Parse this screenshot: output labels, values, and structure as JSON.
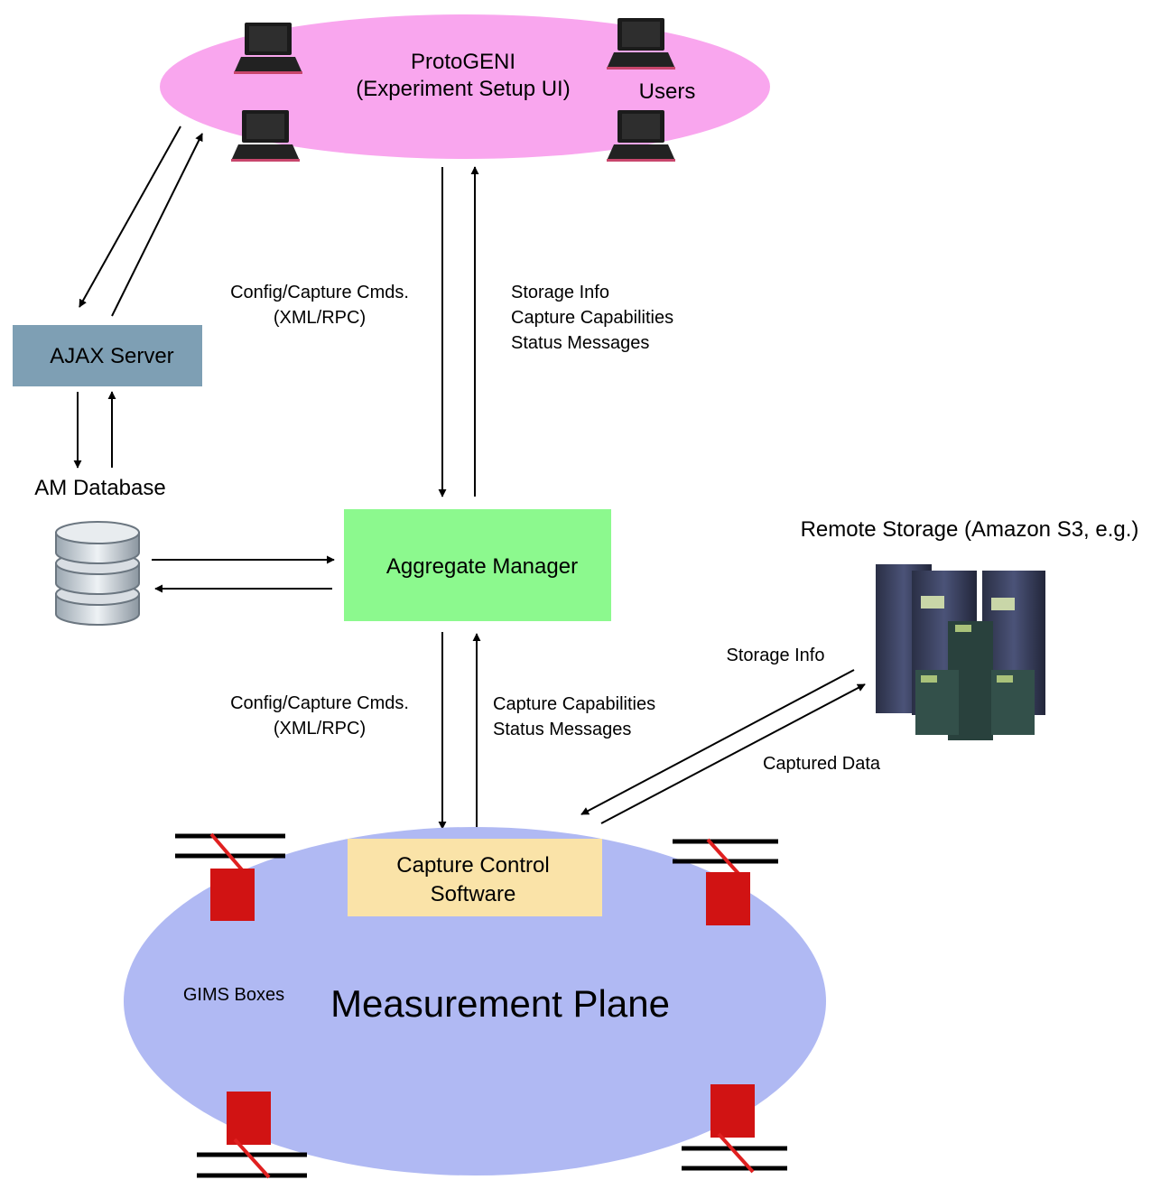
{
  "protogeni": {
    "title": "ProtoGENI",
    "subtitle": "(Experiment Setup UI)",
    "users_label": "Users",
    "color": "#f9a6ee"
  },
  "ajax_server": {
    "label": "AJAX Server",
    "color": "#7e9fb4"
  },
  "am_database": {
    "label": "AM Database"
  },
  "aggregate_manager": {
    "label": "Aggregate Manager",
    "color": "#8cf98e"
  },
  "top_link": {
    "down_line1": "Config/Capture Cmds.",
    "down_line2": "(XML/RPC)",
    "up_line1": "Storage Info",
    "up_line2": "Capture Capabilities",
    "up_line3": "Status Messages"
  },
  "bottom_link": {
    "down_line1": "Config/Capture Cmds.",
    "down_line2": "(XML/RPC)",
    "up_line1": "Capture Capabilities",
    "up_line2": "Status Messages"
  },
  "remote_storage": {
    "label": "Remote Storage (Amazon S3, e.g.)",
    "to_label": "Storage Info",
    "from_label": "Captured Data"
  },
  "capture_control": {
    "line1": "Capture Control",
    "line2": "Software",
    "color": "#fae3a8"
  },
  "measurement_plane": {
    "label": "Measurement Plane",
    "color": "#b0b9f3"
  },
  "gims_boxes": {
    "label": "GIMS Boxes",
    "color": "#d11313"
  },
  "icons": [
    "laptop-icon",
    "database-icon",
    "server-rack-icon",
    "gims-box-icon"
  ]
}
